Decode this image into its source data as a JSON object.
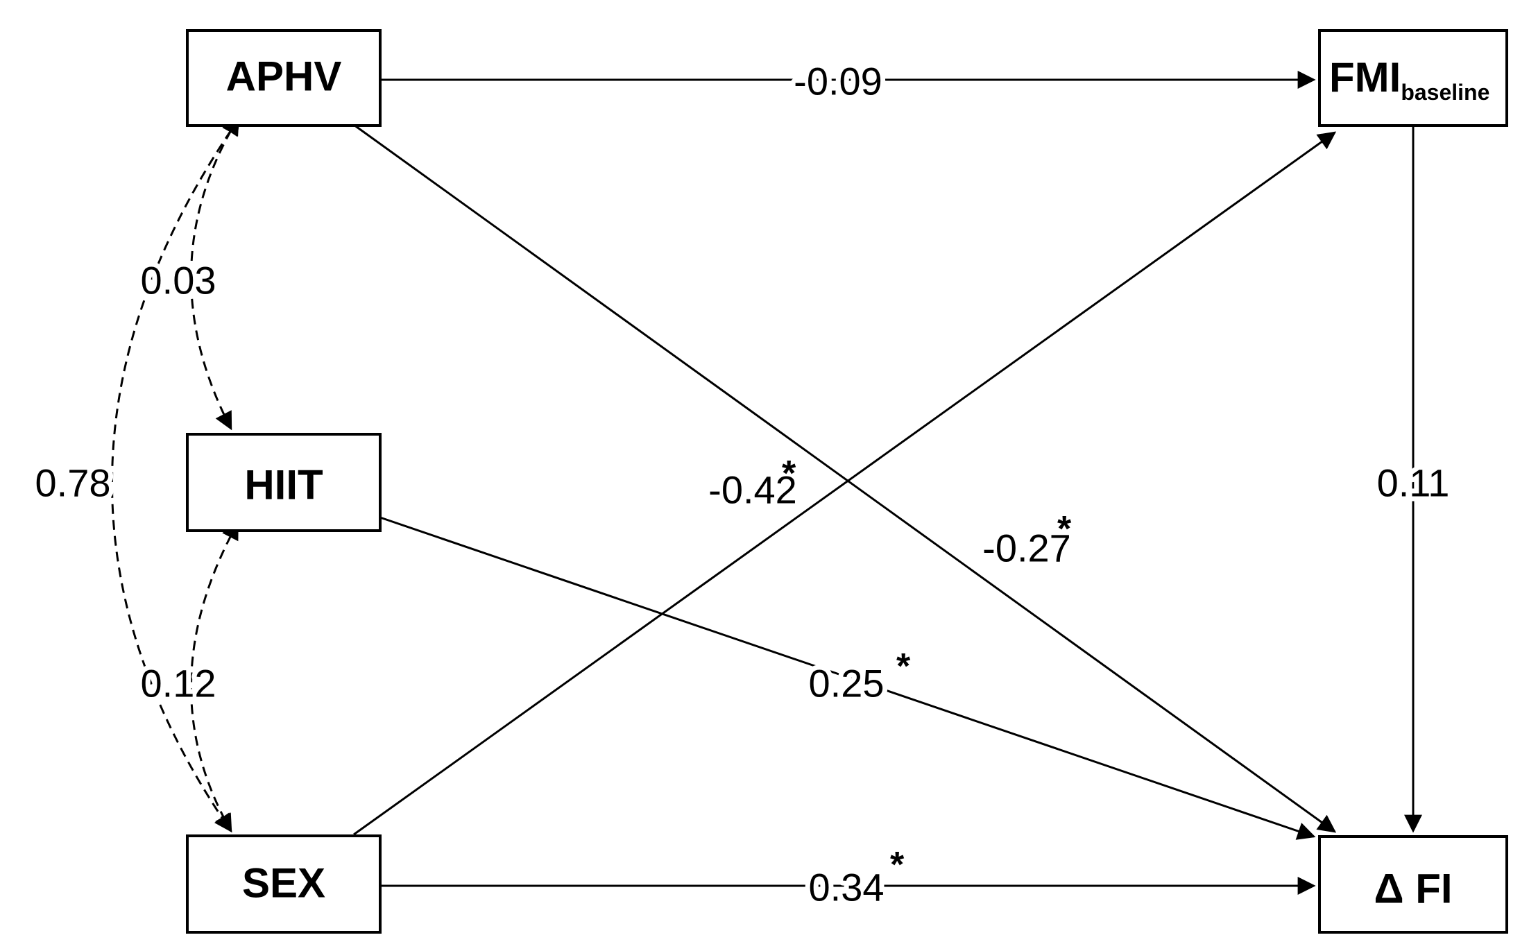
{
  "nodes": {
    "aphv": {
      "label": "APHV"
    },
    "hiit": {
      "label": "HIIT"
    },
    "sex": {
      "label": "SEX"
    },
    "fmi": {
      "label": "FMI",
      "subscript": "baseline"
    },
    "delta_fi": {
      "label": "Δ FI"
    }
  },
  "paths": {
    "aphv_to_fmi": {
      "coefficient": "-0.09",
      "significance": ""
    },
    "aphv_to_delta_fi": {
      "coefficient": "-0.27",
      "significance": "*"
    },
    "sex_to_fmi": {
      "coefficient": "-0.42",
      "significance": "*"
    },
    "hiit_to_delta_fi": {
      "coefficient": "0.25",
      "significance": "*"
    },
    "sex_to_delta_fi": {
      "coefficient": "0.34",
      "significance": "*"
    },
    "fmi_to_delta_fi": {
      "coefficient": "0.11",
      "significance": ""
    }
  },
  "correlations": {
    "aphv_hiit": {
      "coefficient": "0.03"
    },
    "hiit_sex": {
      "coefficient": "0.12"
    },
    "aphv_sex": {
      "coefficient": "0.78"
    }
  },
  "colors": {
    "stroke": "#000000",
    "background": "#ffffff"
  }
}
